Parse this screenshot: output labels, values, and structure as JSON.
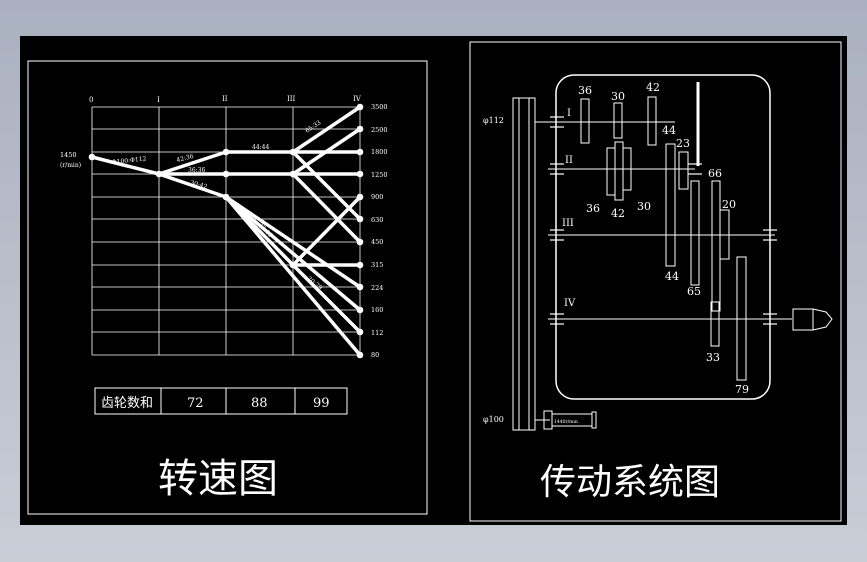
{
  "speed_chart": {
    "title": "转速图",
    "input_speed": "1450",
    "input_unit": "(r/min)",
    "pulley_ratio": "Φ100:Φ112",
    "axis_labels": [
      "0",
      "I",
      "II",
      "III",
      "IV"
    ],
    "speed_labels": [
      "3500",
      "2500",
      "1800",
      "1250",
      "900",
      "630",
      "450",
      "315",
      "224",
      "160",
      "112",
      "80"
    ],
    "ratio_labels": [
      "42:36",
      "36:36",
      "30:42",
      "44:44",
      "23:66",
      "20:79",
      "65:33"
    ]
  },
  "gear_sum_table": {
    "header": "齿轮数和",
    "values": [
      "72",
      "88",
      "99"
    ]
  },
  "transmission_diagram": {
    "title": "传动系统图",
    "pulley_top": "φ112",
    "pulley_bottom": "φ100",
    "motor_label": "1440r/min",
    "shaft_labels": [
      "I",
      "II",
      "III",
      "IV"
    ],
    "gear_labels": [
      "36",
      "30",
      "42",
      "44",
      "23",
      "66",
      "36",
      "42",
      "30",
      "20",
      "44",
      "65",
      "33",
      "79"
    ]
  }
}
